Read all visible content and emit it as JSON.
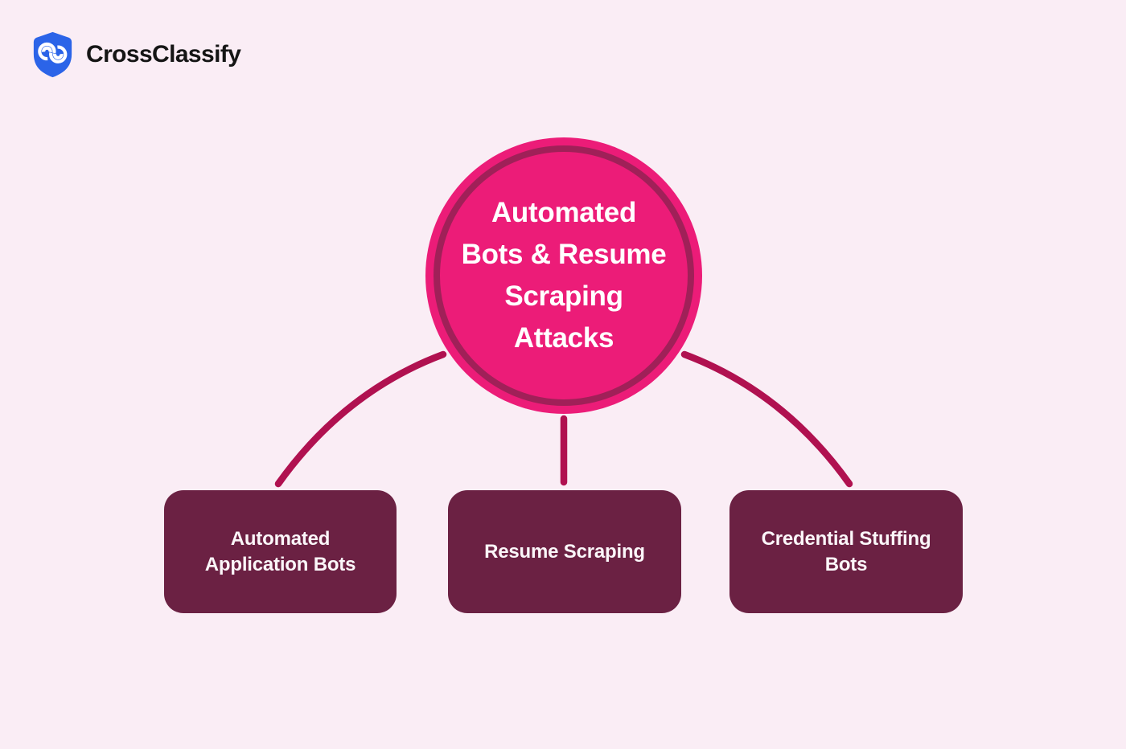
{
  "colors": {
    "bg": "#FAEDF5",
    "pink": "#EC1C78",
    "ring": "#A02058",
    "wine": "#6B2143",
    "connector": "#B01150",
    "logo-blue": "#2B64E8",
    "text-light": "#FBF6F9",
    "brand-text": "#151515"
  },
  "header": {
    "brand": "CrossClassify",
    "logo_icon": "blue-shield-double-swirl"
  },
  "diagram": {
    "root": {
      "label": "Automated Bots & Resume Scraping Attacks",
      "lines": [
        "Automated",
        "Bots & Resume",
        "Scraping",
        "Attacks"
      ]
    },
    "children": [
      {
        "label": "Automated Application Bots"
      },
      {
        "label": "Resume Scraping"
      },
      {
        "label": "Credential Stuffing Bots"
      }
    ]
  }
}
